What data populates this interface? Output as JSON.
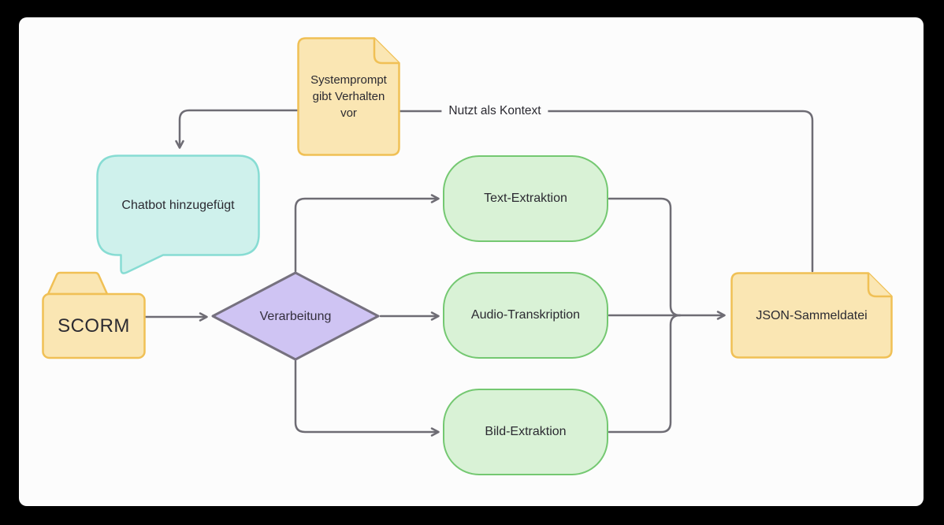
{
  "frame": {
    "outer_background": "#000000",
    "canvas_background": "#fcfcfc"
  },
  "colors": {
    "connector": "#6e6c74",
    "text": "#2b2a31",
    "document_fill": "#fae6b3",
    "document_border": "#f0c055",
    "folder_fill": "#fae6b3",
    "folder_border": "#f0c055",
    "process_fill": "#d9f2d6",
    "process_border": "#74c871",
    "decision_fill": "#cfc4f3",
    "decision_border": "#76717f",
    "bubble_fill": "#cff1ec",
    "bubble_border": "#87dcd3"
  },
  "nodes": {
    "systemprompt": {
      "type": "document",
      "label": "Systemprompt gibt Verhalten vor"
    },
    "chatbot": {
      "type": "speech-bubble",
      "label": "Chatbot hinzugefügt"
    },
    "scorm": {
      "type": "folder",
      "label": "SCORM"
    },
    "verarbeitung": {
      "type": "decision",
      "label": "Verarbeitung"
    },
    "text_extraktion": {
      "type": "process",
      "label": "Text-Extraktion"
    },
    "audio_transkription": {
      "type": "process",
      "label": "Audio-Transkription"
    },
    "bild_extraktion": {
      "type": "process",
      "label": "Bild-Extraktion"
    },
    "json_sammeldatei": {
      "type": "document",
      "label": "JSON-Sammeldatei"
    }
  },
  "edges": {
    "kontext_label": "Nutzt als Kontext",
    "connections": [
      {
        "from": "systemprompt",
        "to": "chatbot",
        "arrow": true
      },
      {
        "from": "systemprompt",
        "to": "json_sammeldatei",
        "label": "Nutzt als Kontext",
        "arrow": false
      },
      {
        "from": "scorm",
        "to": "verarbeitung",
        "arrow": true
      },
      {
        "from": "verarbeitung",
        "to": "text_extraktion",
        "arrow": true
      },
      {
        "from": "verarbeitung",
        "to": "audio_transkription",
        "arrow": true
      },
      {
        "from": "verarbeitung",
        "to": "bild_extraktion",
        "arrow": true
      },
      {
        "from": "text_extraktion",
        "to": "json_sammeldatei",
        "arrow": false,
        "via": "merge"
      },
      {
        "from": "audio_transkription",
        "to": "json_sammeldatei",
        "arrow": true,
        "via": "merge"
      },
      {
        "from": "bild_extraktion",
        "to": "json_sammeldatei",
        "arrow": false,
        "via": "merge"
      }
    ]
  }
}
